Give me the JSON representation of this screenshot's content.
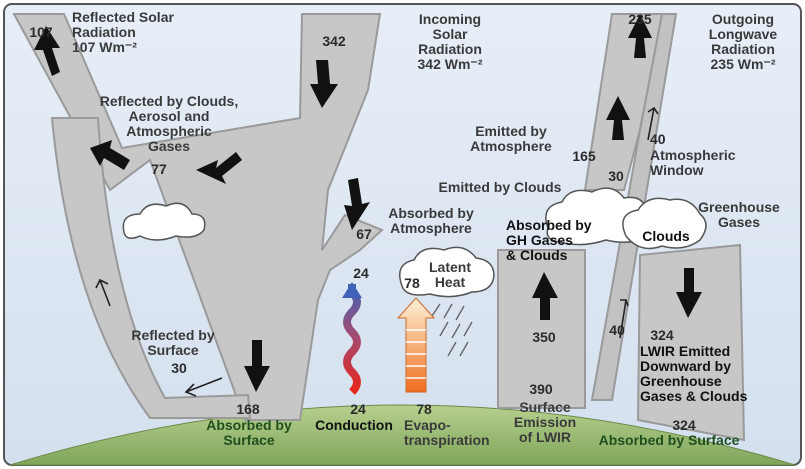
{
  "colors": {
    "sky": "#dde7f3",
    "beam": "#c9c9c9",
    "beam_edge": "#9a9a9a",
    "ground": "#a5c27f",
    "arrow": "#111111",
    "text": "#3a3a3a"
  },
  "icons": [
    "cloud-icon",
    "rain-icon",
    "wavy-arrow-icon",
    "up-arrow-icon",
    "down-arrow-icon"
  ],
  "labels": {
    "reflected_solar": "Reflected Solar\nRadiation\n107 Wm⁻²",
    "reflected_solar_value": "107",
    "incoming_value": "342",
    "incoming_solar": "Incoming\nSolar\nRadiation\n342 Wm⁻²",
    "outgoing_value": "235",
    "outgoing_lw": "Outgoing\nLongwave\nRadiation\n235 Wm⁻²",
    "reflected_clouds": "Reflected by Clouds,\nAerosol and\nAtmospheric\nGases",
    "reflected_clouds_value": "77",
    "emitted_atm": "Emitted by\nAtmosphere",
    "emitted_atm_value": "165",
    "window_value": "40",
    "atm_window": "Atmospheric\nWindow",
    "emitted_clouds": "Emitted by Clouds",
    "emitted_clouds_value": "30",
    "absorbed_atm": "Absorbed by\nAtmosphere",
    "absorbed_atm_value": "67",
    "greenhouse_gases": "Greenhouse\nGases",
    "absorbed_gh": "Absorbed by\nGH Gases\n& Clouds",
    "clouds": "Clouds",
    "latent_heat": "Latent\nHeat",
    "latent_value": "78",
    "conduction_value": "24",
    "reflected_surface": "Reflected by\nSurface",
    "reflected_surface_value": "30",
    "up_350": "350",
    "window_40_lower": "40",
    "down_324": "324",
    "lwir_down": "LWIR Emitted\nDownward by\nGreenhouse\nGases & Clouds",
    "absorbed_surface_168_value": "168",
    "absorbed_surface_168": "Absorbed by\nSurface",
    "conduction_bottom_value": "24",
    "conduction": "Conduction",
    "evapo_value": "78",
    "evapo": "Evapo-\ntranspiration",
    "surface_390_value": "390",
    "surface_emission": "Surface\nEmission\nof LWIR",
    "absorbed_324_value": "324",
    "absorbed_324": "Absorbed by Surface"
  }
}
